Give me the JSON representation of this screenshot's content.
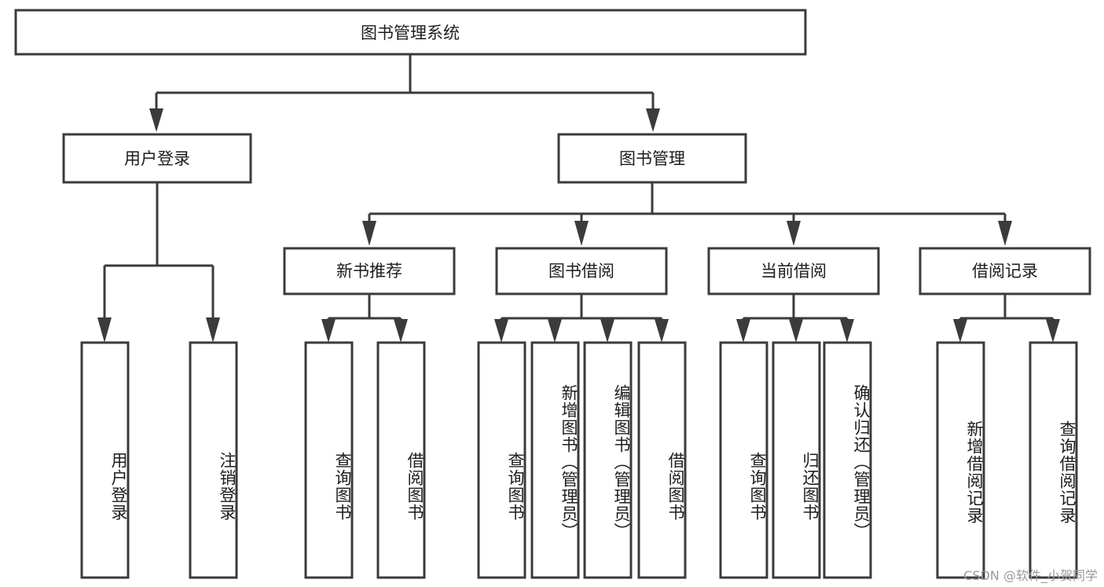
{
  "diagram": {
    "title": "图书管理系统",
    "type": "tree",
    "orientation": "top-down",
    "colors": {
      "box_stroke": "#3b3b3b",
      "box_fill": "#ffffff",
      "connector": "#3b3b3b",
      "text": "#1d1d1d",
      "background": "#ffffff",
      "watermark": "#9a9a9a"
    },
    "root": {
      "label": "图书管理系统"
    },
    "level2": [
      {
        "label": "用户登录"
      },
      {
        "label": "图书管理"
      }
    ],
    "level3": [
      {
        "label": "新书推荐"
      },
      {
        "label": "图书借阅"
      },
      {
        "label": "当前借阅"
      },
      {
        "label": "借阅记录"
      }
    ],
    "leaves": {
      "user_login": [
        {
          "label": "用户登录"
        },
        {
          "label": "注销登录"
        }
      ],
      "new_book_recommend": [
        {
          "label": "查询图书"
        },
        {
          "label": "借阅图书"
        }
      ],
      "book_borrow": [
        {
          "label": "查询图书"
        },
        {
          "label": "新增图书（管理员）"
        },
        {
          "label": "编辑图书（管理员）"
        },
        {
          "label": "借阅图书"
        }
      ],
      "current_borrow": [
        {
          "label": "查询图书"
        },
        {
          "label": "归还图书"
        },
        {
          "label": "确认归还（管理员）"
        }
      ],
      "borrow_record": [
        {
          "label": "新增借阅记录"
        },
        {
          "label": "查询借阅记录"
        }
      ]
    }
  },
  "watermark": {
    "text": "CSDN @软件_小贺同学"
  }
}
